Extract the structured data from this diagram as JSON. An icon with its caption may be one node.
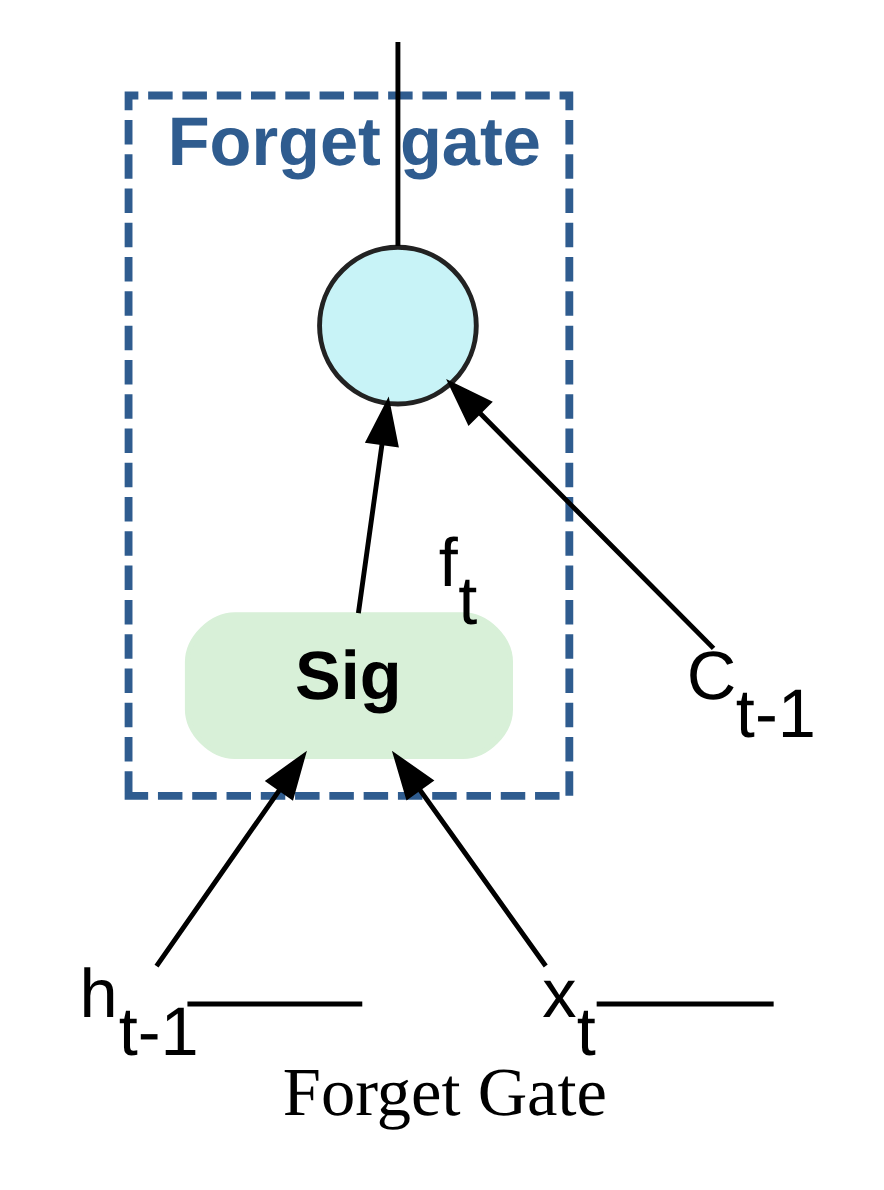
{
  "diagram": {
    "caption": "Forget Gate",
    "nodes": [
      {
        "text": [
          "Forget gate"
        ]
      },
      {
        "text": [
          "C$_{t-1}$"
        ]
      },
      {
        "text": [],
        "shape": "circle",
        "in": 0
      },
      {
        "text": [
          "Sig"
        ],
        "in": 0,
        "beside": [
          "f$_{t}$"
        ]
      },
      {
        "text": [
          "h$_{t-1}$"
        ]
      },
      {
        "text": [
          "x$_{t}$"
        ]
      }
    ],
    "edges": [
      {
        "from": 1,
        "to": 2,
        "arrow": "to"
      },
      {
        "from": 2,
        "to": null,
        "arrow": "none"
      },
      {
        "from": 3,
        "to": 2,
        "arrow": "to"
      },
      {
        "from": 4,
        "to": 3,
        "arrow": "to"
      },
      {
        "from": 5,
        "to": 3,
        "arrow": "to"
      },
      {
        "from": 4,
        "to": null,
        "arrow": "none"
      },
      {
        "from": 5,
        "to": null,
        "arrow": "none"
      }
    ]
  }
}
